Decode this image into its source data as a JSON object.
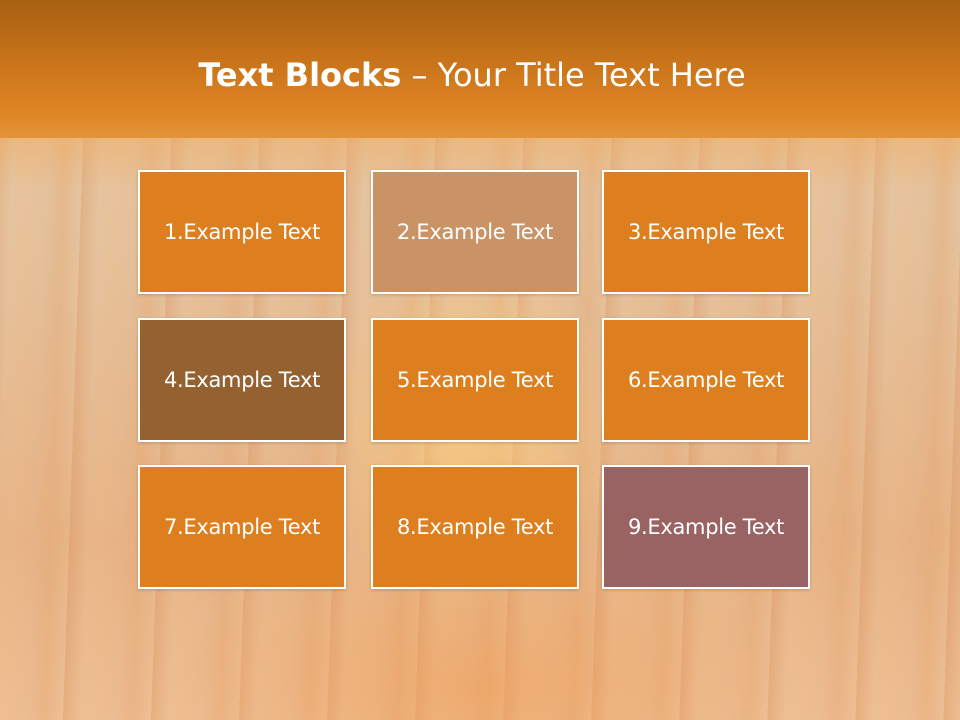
{
  "slide": {
    "title": {
      "bold": "Text Blocks",
      "separator": " – ",
      "rest": "Your Title Text Here"
    },
    "blocks": [
      {
        "label": "1.Example Text",
        "color": "#dd7f1e"
      },
      {
        "label": "2.Example Text",
        "color": "#c99366"
      },
      {
        "label": "3.Example Text",
        "color": "#dd7f1e"
      },
      {
        "label": "4.Example Text",
        "color": "#956131"
      },
      {
        "label": "5.Example Text",
        "color": "#dd7f1e"
      },
      {
        "label": "6.Example Text",
        "color": "#dd7f1e"
      },
      {
        "label": "7.Example Text",
        "color": "#dd7f1e"
      },
      {
        "label": "8.Example Text",
        "color": "#dd7f1e"
      },
      {
        "label": "9.Example Text",
        "color": "#996363"
      }
    ]
  },
  "colors": {
    "header": "#de8423",
    "text": "#ffffff",
    "block_border": "#ffffff"
  }
}
